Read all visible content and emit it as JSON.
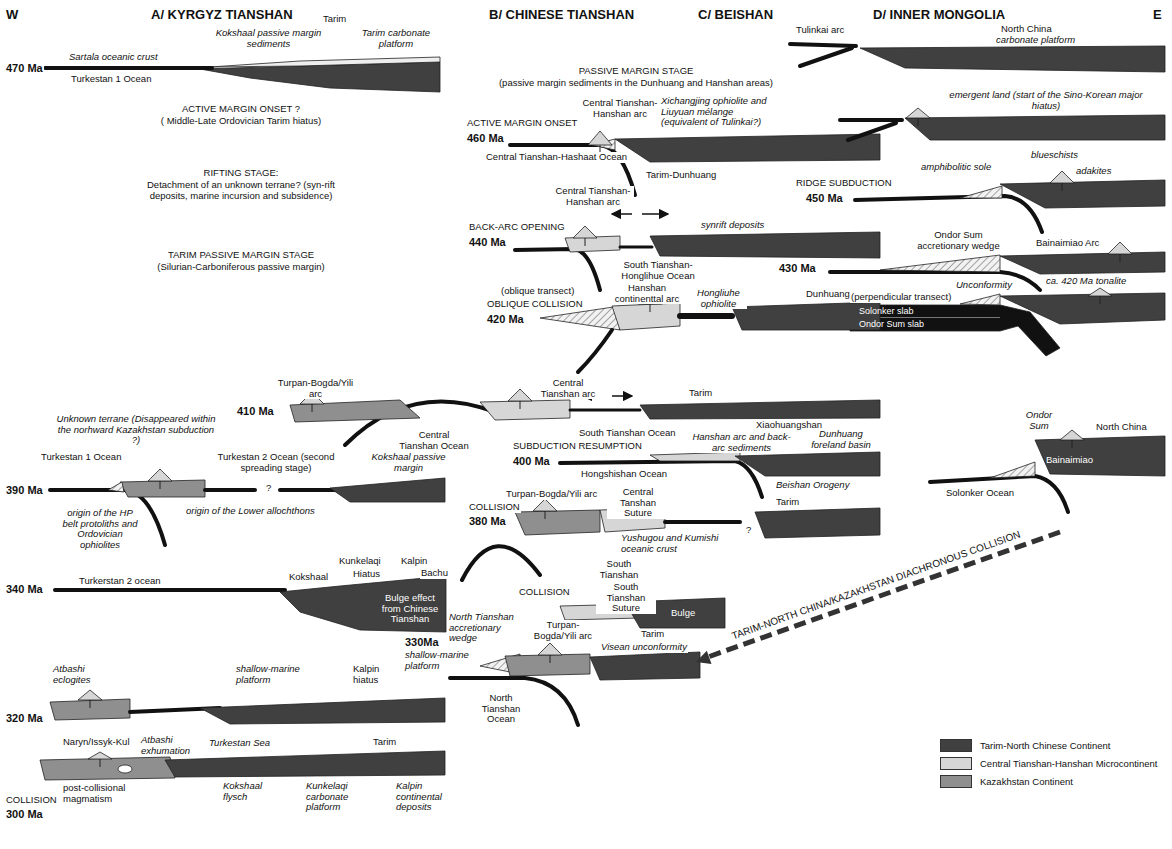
{
  "diagram": {
    "labels": [
      "W",
      "A/ KYRGYZ TIANSHAN",
      "B/ CHINESE TIANSHAN",
      "C/ BEISHAN",
      "D/ INNER MONGOLIA",
      "E",
      "470 Ma",
      "Sartala oceanic crust",
      "Kokshaal passive margin sediments",
      "Tarim",
      "Tarim carbonate platform",
      "Turkestan 1 Ocean",
      "ACTIVE MARGIN ONSET ?",
      "( Middle-Late Ordovician Tarim hiatus)",
      "RIFTING STAGE:",
      "Detachment of an unknown terrane? (syn-rift deposits, marine incursion and subsidence)",
      "TARIM PASSIVE MARGIN STAGE",
      "(Silurian-Carboniferous passive margin)",
      "Turpan-Bogda/Yili arc",
      "410 Ma",
      "Unknown terrane (Disappeared within the norhward Kazakhstan subduction ?)",
      "Turkestan 1 Ocean",
      "Turkestan 2 Ocean (second spreading stage)",
      "Kokshaal passive margin",
      "390 Ma",
      "?",
      "origin of the HP belt protoliths and Ordovician ophiolites",
      "origin of the Lower allochthons",
      "340 Ma",
      "Turkerstan 2 ocean",
      "Kokshaal",
      "Kunkelaqi",
      "Kalpin",
      "Bachu",
      "Hiatus",
      "Bulge effect from Chinese Tianshan",
      "Atbashi eclogites",
      "shallow-marine platform",
      "Kalpin hiatus",
      "320 Ma",
      "Naryn/Issyk-Kul",
      "Atbashi exhumation",
      "Turkestan Sea",
      "Tarim",
      "Kokshaal flysch",
      "Kunkelaqi carbonate platform",
      "Kalpin continental deposits",
      "COLLISION",
      "300 Ma",
      "post-collisional magmatism",
      "PASSIVE MARGIN STAGE",
      "(passive margin sediments in the Dunhuang and Hanshan areas)",
      "Central Tianshan-Hanshan arc",
      "Xichangjing ophiolite and Liuyuan mélange (equivalent of Tulinkai?)",
      "ACTIVE MARGIN ONSET",
      "460 Ma",
      "Central Tianshan-Hashaat Ocean",
      "Tarim-Dunhuang",
      "Central Tianshan-Hanshan arc",
      "BACK-ARC OPENING",
      "440 Ma",
      "synrift deposits",
      "South Tianshan-Honglihue Ocean",
      "(oblique transect)",
      "OBLIQUE COLLISION",
      "420 Ma",
      "Hanshan continenttal arc",
      "Hongliuhe ophiolite",
      "Dunhuang",
      "Central Tianshan arc",
      "Tarim",
      "South Tianshan Ocean",
      "Central Tianshan Ocean",
      "SUBDUCTION RESUMPTION",
      "400 Ma",
      "Hanshan arc and back-arc sediments",
      "Xiaohuangshan",
      "Dunhuang foreland basin",
      "Hongshishan Ocean",
      "Beishan Orogeny",
      "COLLISION",
      "380 Ma",
      "Turpan-Bogda/Yili arc",
      "Central Tanshan Suture",
      "Tarim",
      "Yushugou and Kumishi oceanic crust",
      "?",
      "South Tianshan Ocean",
      "COLLISION",
      "South Tianshan Suture",
      "Bulge",
      "North Tianshan accretionary wedge",
      "Turpan-Bogda/Yili arc",
      "Tarim",
      "Visean unconformity",
      "330Ma",
      "shallow-marine platform",
      "North Tianshan Ocean",
      "Tulinkai arc",
      "North China",
      "carbonate platform",
      "emergent land (start of the Sino-Korean major hiatus)",
      "blueschists",
      "amphibolitic sole",
      "adakites",
      "RIDGE SUBDUCTION",
      "450 Ma",
      "Ondor Sum accretionary wedge",
      "Bainaimiao Arc",
      "430 Ma",
      "(perpendicular transect)",
      "Unconformity",
      "ca. 420 Ma tonalite",
      "Solonker slab",
      "Ondor Sum slab",
      "Ondor Sum",
      "North China",
      "Bainaimiao",
      "Solonker Ocean",
      "TARIM-NORTH CHINA/KAZAKHSTAN DIACHRONOUS COLLISION"
    ],
    "legend": [
      {
        "text": "Tarim-North Chinese Continent",
        "color": "#404040"
      },
      {
        "text": "Central Tianshan-Hanshan Microcontinent",
        "color": "#d6d6d6"
      },
      {
        "text": "Kazakhstan Continent",
        "color": "#8f8f8f"
      }
    ]
  }
}
